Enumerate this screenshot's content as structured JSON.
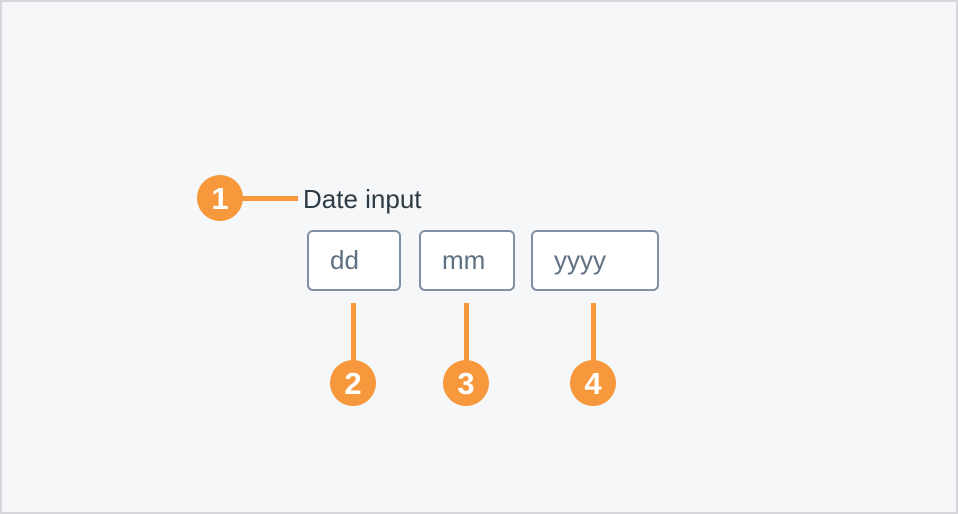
{
  "callouts": {
    "items": [
      "1",
      "2",
      "3",
      "4"
    ]
  },
  "form": {
    "label": "Date input",
    "fields": [
      {
        "placeholder": "dd"
      },
      {
        "placeholder": "mm"
      },
      {
        "placeholder": "yyyy"
      }
    ]
  },
  "colors": {
    "accent_orange": "#F8983C",
    "badge_text": "#FFFFFF",
    "label_text": "#2D3B45",
    "field_border": "#7F90A5",
    "field_background": "#FFFFFF",
    "placeholder_text": "#5E7081",
    "page_background": "#F6F7F9",
    "frame_border": "#D6D7DA"
  }
}
